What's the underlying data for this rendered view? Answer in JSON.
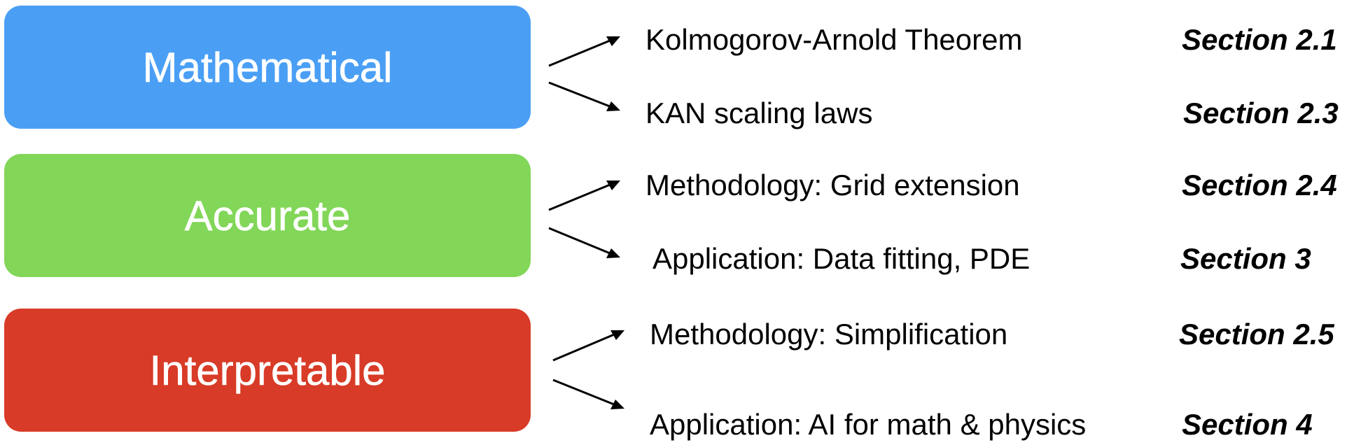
{
  "categories": [
    {
      "label": "Mathematical",
      "color": "#4a9ff5",
      "items": [
        {
          "text": "Kolmogorov-Arnold Theorem",
          "section": "Section 2.1"
        },
        {
          "text": "KAN scaling laws",
          "section": "Section 2.3"
        }
      ]
    },
    {
      "label": "Accurate",
      "color": "#82d658",
      "items": [
        {
          "text": "Methodology: Grid extension",
          "section": "Section 2.4"
        },
        {
          "text": "Application: Data fitting, PDE",
          "section": "Section 3"
        }
      ]
    },
    {
      "label": "Interpretable",
      "color": "#d83b27",
      "items": [
        {
          "text": "Methodology: Simplification",
          "section": "Section 2.5"
        },
        {
          "text": "Application: AI for math & physics",
          "section": "Section 4"
        }
      ]
    }
  ]
}
